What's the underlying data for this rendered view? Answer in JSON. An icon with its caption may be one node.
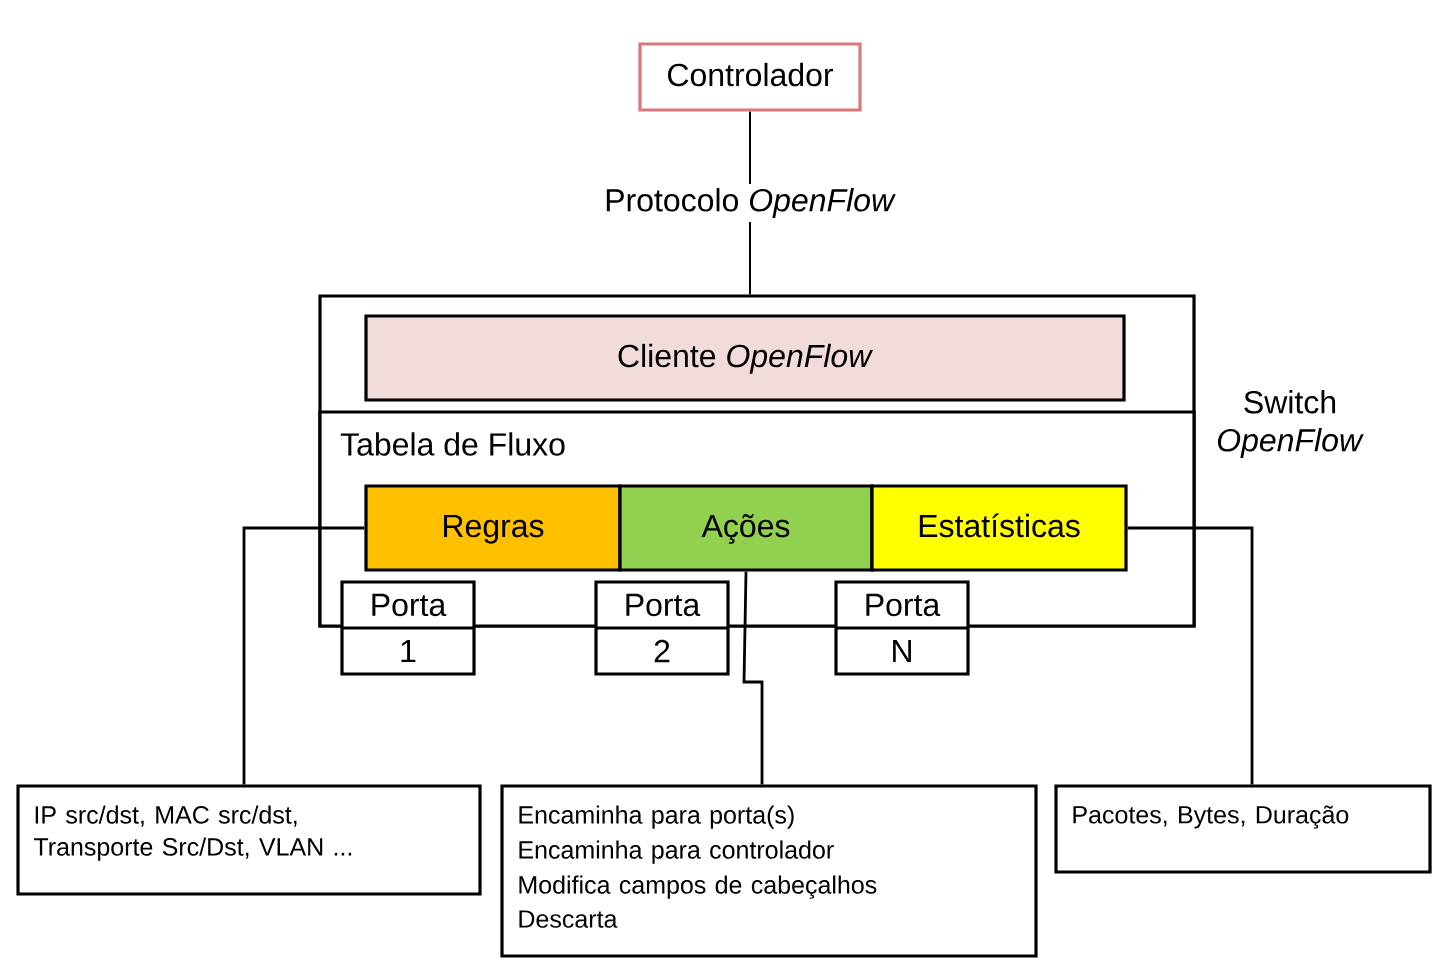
{
  "diagram": {
    "nodes": [
      {
        "text": [
          "Controlador"
        ]
      },
      {
        "text": [],
        "shape": "box",
        "beside": [
          "Switch *OpenFlow*"
        ]
      },
      {
        "text": [
          "Cliente *OpenFlow*"
        ],
        "in": 1
      },
      {
        "text": [
          "Tabela de Fluxo"
        ],
        "in": 1
      },
      {
        "text": [
          "Regras"
        ],
        "in": 3
      },
      {
        "text": [
          "Ações"
        ],
        "in": 3
      },
      {
        "text": [
          "Estatísticas"
        ],
        "in": 3
      },
      {
        "text": [
          "Porta",
          "1"
        ]
      },
      {
        "text": [
          "Porta",
          "2"
        ]
      },
      {
        "text": [
          "Porta",
          "N"
        ]
      },
      {
        "text": [
          "IP src/dst, MAC src/dst, Transporte Src/Dst, VLAN ..."
        ]
      },
      {
        "text": [
          "Encaminha para porta(s)",
          "Encaminha para controlador",
          "Modifica campos de cabeçalhos",
          "Descarta"
        ]
      },
      {
        "text": [
          "Pacotes, Bytes, Duração"
        ]
      }
    ],
    "edges": [
      {
        "from": 0,
        "to": 1,
        "arrow": "none",
        "label": "Protocolo *OpenFlow*"
      },
      {
        "from": 4,
        "to": 10,
        "arrow": "none"
      },
      {
        "from": 5,
        "to": 11,
        "arrow": "none"
      },
      {
        "from": 6,
        "to": 12,
        "arrow": "none"
      }
    ]
  }
}
